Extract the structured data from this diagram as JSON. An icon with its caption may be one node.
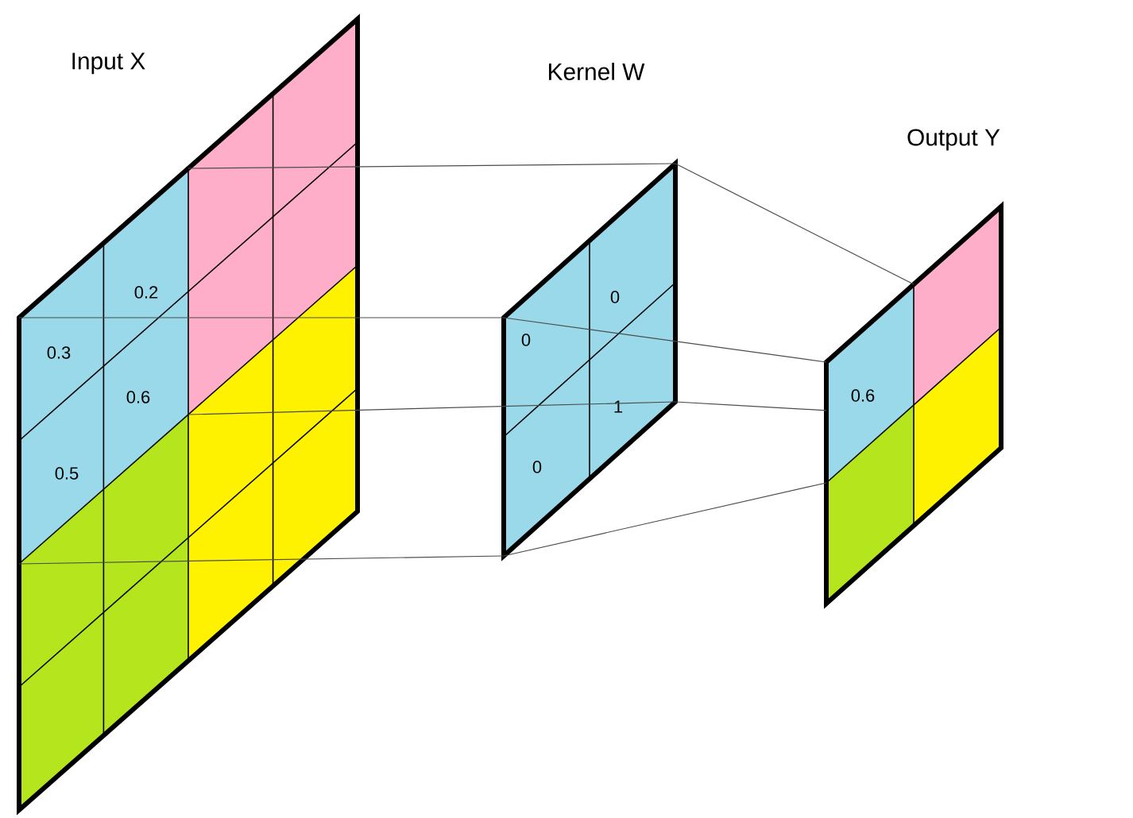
{
  "diagram": {
    "nodes": [
      {
        "text": [
          "Input X",
          "0.2",
          "0.3",
          "0.6",
          "0.5"
        ]
      },
      {
        "text": [
          "Kernel W",
          "0",
          "0",
          "1",
          "0"
        ]
      },
      {
        "text": [
          "Output Y",
          "0.6"
        ]
      }
    ],
    "edges": [
      {
        "from": 0,
        "to": 1,
        "arrow": "none"
      },
      {
        "from": 0,
        "to": 1,
        "arrow": "none"
      },
      {
        "from": 0,
        "to": 1,
        "arrow": "none"
      },
      {
        "from": 0,
        "to": 1,
        "arrow": "none"
      },
      {
        "from": 1,
        "to": 2,
        "arrow": "none"
      },
      {
        "from": 1,
        "to": 2,
        "arrow": "none"
      },
      {
        "from": 1,
        "to": 2,
        "arrow": "none"
      },
      {
        "from": 1,
        "to": 2,
        "arrow": "none"
      }
    ]
  }
}
